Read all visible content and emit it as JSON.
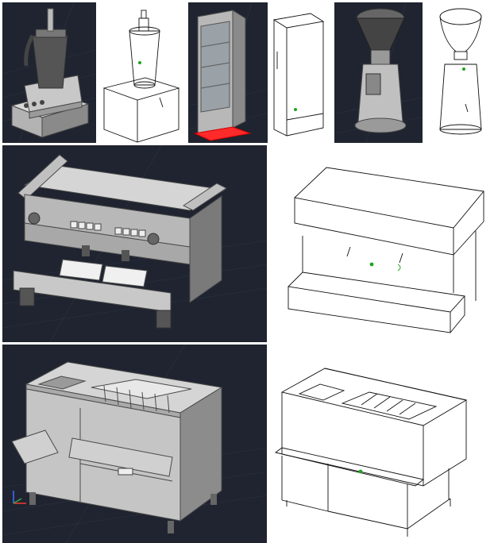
{
  "colors": {
    "viewport_dark": "#1f2430",
    "grid_line": "#2c3340",
    "shaded_light": "#d9d9d9",
    "shaded_mid": "#b3b3b3",
    "shaded_dark": "#7a7a7a",
    "edge_dark": "#4a4a4a",
    "wire_line": "#111111",
    "wire_bg": "#ffffff",
    "highlight_red": "#ff2a2a",
    "node_green": "#1ea51e",
    "ucs_red": "#e53935",
    "ucs_green": "#43a047",
    "ucs_blue": "#3c6bff"
  },
  "panels": [
    {
      "id": "blender-shaded",
      "style": "shaded",
      "object": "blender-icon"
    },
    {
      "id": "blender-wireframe",
      "style": "wireframe",
      "object": "blender-icon"
    },
    {
      "id": "display-fridge-shaded",
      "style": "shaded",
      "object": "display-fridge-icon"
    },
    {
      "id": "fridge-wireframe",
      "style": "wireframe",
      "object": "fridge-icon"
    },
    {
      "id": "coffee-grinder-shaded",
      "style": "shaded",
      "object": "coffee-grinder-icon"
    },
    {
      "id": "coffee-grinder-wireframe",
      "style": "wireframe",
      "object": "coffee-grinder-icon"
    },
    {
      "id": "espresso-machine-shaded",
      "style": "shaded",
      "object": "espresso-machine-icon"
    },
    {
      "id": "espresso-machine-wireframe",
      "style": "wireframe",
      "object": "espresso-machine-icon"
    },
    {
      "id": "bar-counter-shaded",
      "style": "shaded",
      "object": "bar-counter-icon"
    },
    {
      "id": "bar-counter-wireframe",
      "style": "wireframe",
      "object": "bar-counter-icon"
    }
  ]
}
